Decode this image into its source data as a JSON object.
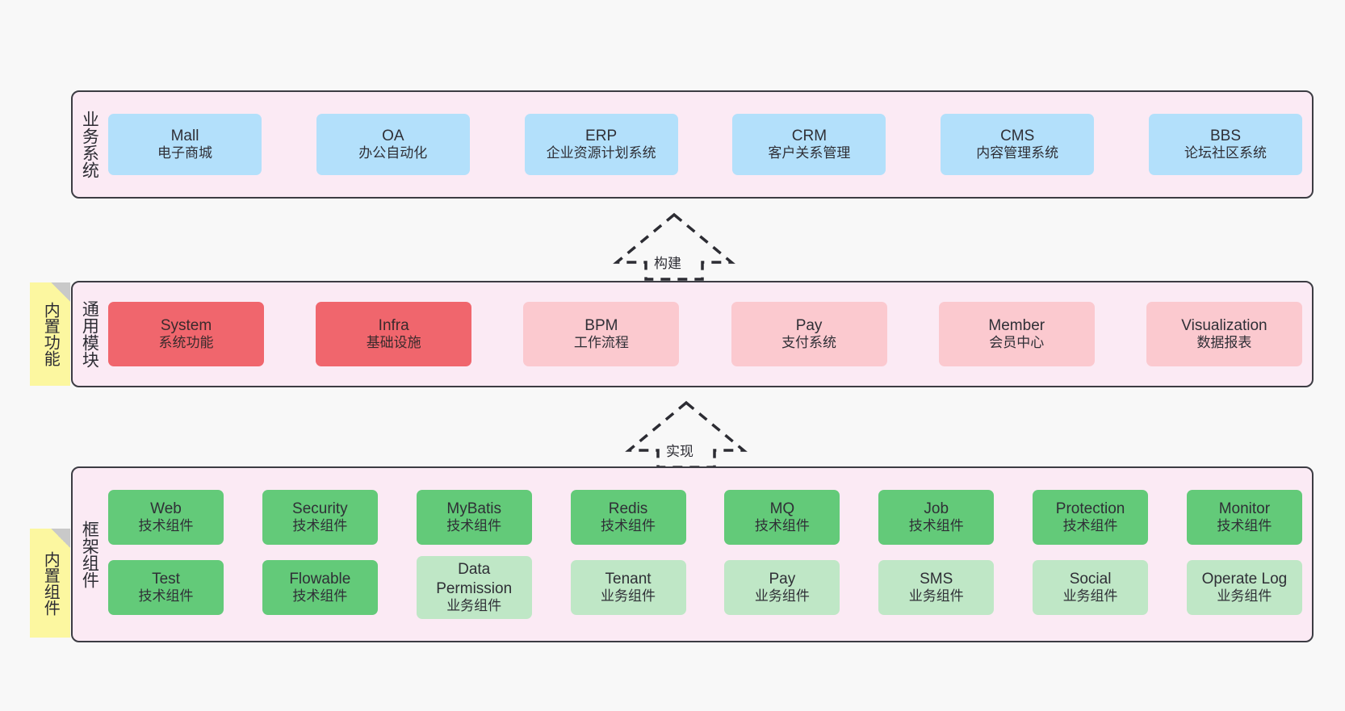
{
  "colors": {
    "background": "#f8f8f8",
    "layer_fill": "#fbeaf4",
    "layer_border": "#3c3c43",
    "business_box": "#b3e0fb",
    "module_core": "#f0666d",
    "module_optional": "#fbc9cf",
    "framework_tech": "#63ca79",
    "framework_biz": "#bfe7c6",
    "note_fill": "#fcf7a0",
    "note_fold": "#c9c9c9"
  },
  "layers": [
    {
      "id": "business",
      "title": "业务系统",
      "items": [
        {
          "en": "Mall",
          "cn": "电子商城",
          "style": "blue"
        },
        {
          "en": "OA",
          "cn": "办公自动化",
          "style": "blue"
        },
        {
          "en": "ERP",
          "cn": "企业资源计划系统",
          "style": "blue"
        },
        {
          "en": "CRM",
          "cn": "客户关系管理",
          "style": "blue"
        },
        {
          "en": "CMS",
          "cn": "内容管理系统",
          "style": "blue"
        },
        {
          "en": "BBS",
          "cn": "论坛社区系统",
          "style": "blue"
        }
      ]
    },
    {
      "id": "modules",
      "title": "通用模块",
      "note": "内置功能",
      "items": [
        {
          "en": "System",
          "cn": "系统功能",
          "style": "red-strong"
        },
        {
          "en": "Infra",
          "cn": "基础设施",
          "style": "red-strong"
        },
        {
          "en": "BPM",
          "cn": "工作流程",
          "style": "red-light"
        },
        {
          "en": "Pay",
          "cn": "支付系统",
          "style": "red-light"
        },
        {
          "en": "Member",
          "cn": "会员中心",
          "style": "red-light"
        },
        {
          "en": "Visualization",
          "cn": "数据报表",
          "style": "red-light"
        }
      ]
    },
    {
      "id": "framework",
      "title": "框架组件",
      "note": "内置组件",
      "row1": [
        {
          "en": "Web",
          "cn": "技术组件",
          "style": "green-strong"
        },
        {
          "en": "Security",
          "cn": "技术组件",
          "style": "green-strong"
        },
        {
          "en": "MyBatis",
          "cn": "技术组件",
          "style": "green-strong"
        },
        {
          "en": "Redis",
          "cn": "技术组件",
          "style": "green-strong"
        },
        {
          "en": "MQ",
          "cn": "技术组件",
          "style": "green-strong"
        },
        {
          "en": "Job",
          "cn": "技术组件",
          "style": "green-strong"
        },
        {
          "en": "Protection",
          "cn": "技术组件",
          "style": "green-strong"
        },
        {
          "en": "Monitor",
          "cn": "技术组件",
          "style": "green-strong"
        }
      ],
      "row2": [
        {
          "en": "Test",
          "cn": "技术组件",
          "style": "green-strong"
        },
        {
          "en": "Flowable",
          "cn": "技术组件",
          "style": "green-strong"
        },
        {
          "en": "Data Permission",
          "cn": "业务组件",
          "style": "green-light",
          "tall": true
        },
        {
          "en": "Tenant",
          "cn": "业务组件",
          "style": "green-light"
        },
        {
          "en": "Pay",
          "cn": "业务组件",
          "style": "green-light"
        },
        {
          "en": "SMS",
          "cn": "业务组件",
          "style": "green-light"
        },
        {
          "en": "Social",
          "cn": "业务组件",
          "style": "green-light"
        },
        {
          "en": "Operate Log",
          "cn": "业务组件",
          "style": "green-light"
        }
      ]
    }
  ],
  "arrows": [
    {
      "id": "build",
      "label": "构建"
    },
    {
      "id": "implement",
      "label": "实现"
    }
  ]
}
